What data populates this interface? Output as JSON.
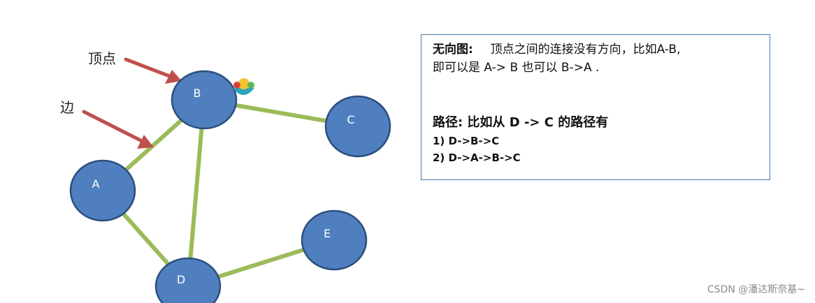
{
  "labels": {
    "vertex": "顶点",
    "edge": "边"
  },
  "nodes": [
    {
      "id": "A",
      "label": "A"
    },
    {
      "id": "B",
      "label": "B"
    },
    {
      "id": "C",
      "label": "C"
    },
    {
      "id": "D",
      "label": "D"
    },
    {
      "id": "E",
      "label": "E"
    }
  ],
  "edges": [
    {
      "from": "A",
      "to": "B"
    },
    {
      "from": "B",
      "to": "C"
    },
    {
      "from": "B",
      "to": "D"
    },
    {
      "from": "A",
      "to": "D"
    },
    {
      "from": "D",
      "to": "E"
    }
  ],
  "info": {
    "undirected_title": "无向图:",
    "undirected_text": "顶点之间的连接没有方向，比如A-B,",
    "undirected_text2": "即可以是 A-> B 也可以 B->A .",
    "path_title": "路径: 比如从 D -> C 的路径有",
    "path1": "1) D->B->C",
    "path2": "2) D->A->B->C"
  },
  "watermark": "CSDN @潘达斯奈基~",
  "colors": {
    "node_fill": "#4f7fbe",
    "node_stroke": "#2b4f7d",
    "edge": "#9bbb59",
    "arrow": "#c0504d",
    "box_border": "#4a78b4"
  }
}
